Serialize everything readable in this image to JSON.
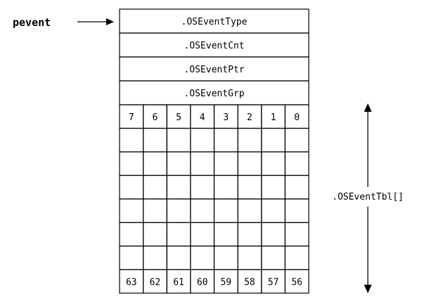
{
  "pointer": {
    "label": "pevent"
  },
  "event_control_block": {
    "fields": [
      ".OSEventType",
      ".OSEventCnt",
      ".OSEventPtr",
      ".OSEventGrp"
    ]
  },
  "event_table": {
    "label": ".OSEventTbl[]",
    "rows": [
      [
        "7",
        "6",
        "5",
        "4",
        "3",
        "2",
        "1",
        "0"
      ],
      [
        "",
        "",
        "",
        "",
        "",
        "",
        "",
        ""
      ],
      [
        "",
        "",
        "",
        "",
        "",
        "",
        "",
        ""
      ],
      [
        "",
        "",
        "",
        "",
        "",
        "",
        "",
        ""
      ],
      [
        "",
        "",
        "",
        "",
        "",
        "",
        "",
        ""
      ],
      [
        "",
        "",
        "",
        "",
        "",
        "",
        "",
        ""
      ],
      [
        "",
        "",
        "",
        "",
        "",
        "",
        "",
        ""
      ],
      [
        "63",
        "62",
        "61",
        "60",
        "59",
        "58",
        "57",
        "56"
      ]
    ]
  },
  "colors": {
    "line": "#000000",
    "text": "#000000",
    "background": "#ffffff"
  }
}
